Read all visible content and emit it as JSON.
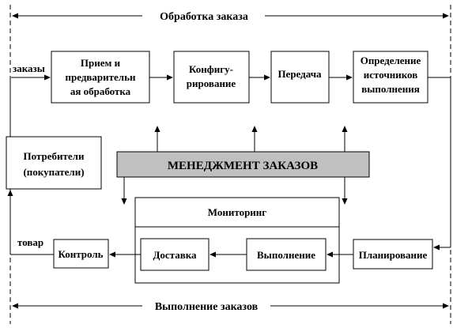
{
  "title_top": "Обработка заказа",
  "title_bottom": "Выполнение заказов",
  "labels": {
    "orders": "заказы",
    "goods": "товар"
  },
  "boxes": {
    "intake": [
      "Прием и",
      "предварительн",
      "ая обработка"
    ],
    "config": [
      "Конфигу-",
      "рирование"
    ],
    "transfer": [
      "Передача"
    ],
    "sources": [
      "Определение",
      "источников",
      "выполнения"
    ],
    "consumers": [
      "Потребители",
      "(покупатели)"
    ],
    "management": [
      "МЕНЕДЖМЕНТ  ЗАКАЗОВ"
    ],
    "monitoring": [
      "Мониторинг"
    ],
    "delivery": [
      "Доставка"
    ],
    "execution": [
      "Выполнение"
    ],
    "control": [
      "Контроль"
    ],
    "planning": [
      "Планирование"
    ]
  },
  "colors": {
    "line": "#000000",
    "management_fill": "#c0c0c0",
    "box_fill": "#ffffff"
  }
}
